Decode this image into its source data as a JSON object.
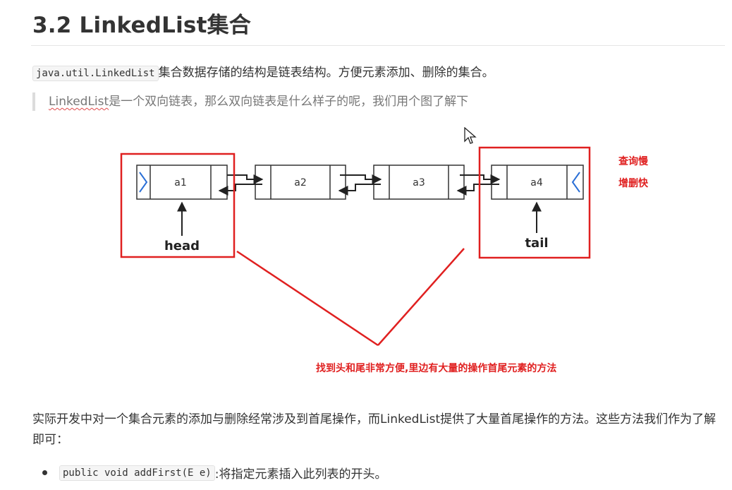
{
  "title": "3.2 LinkedList集合",
  "intro": {
    "code": "java.util.LinkedList",
    "text": "集合数据存储的结构是链表结构。方便元素添加、删除的集合。"
  },
  "quote": {
    "underlined": "LinkedList",
    "rest": "是一个双向链表，那么双向链表是什么样子的呢，我们用个图了解下"
  },
  "diagram": {
    "nodes": [
      "a1",
      "a2",
      "a3",
      "a4"
    ],
    "head_label": "head",
    "tail_label": "tail",
    "note_query": "查询慢",
    "note_modify": "增删快",
    "annotation": "找到头和尾非常方便,里边有大量的操作首尾元素的方法",
    "colors": {
      "highlight": "#e02020",
      "pointer": "#2a6fd6",
      "node": "#333333"
    }
  },
  "paragraph": "实际开发中对一个集合元素的添加与删除经常涉及到首尾操作，而LinkedList提供了大量首尾操作的方法。这些方法我们作为了解即可：",
  "list": [
    {
      "code": "public void addFirst(E e)",
      "text": ":将指定元素插入此列表的开头。"
    }
  ]
}
